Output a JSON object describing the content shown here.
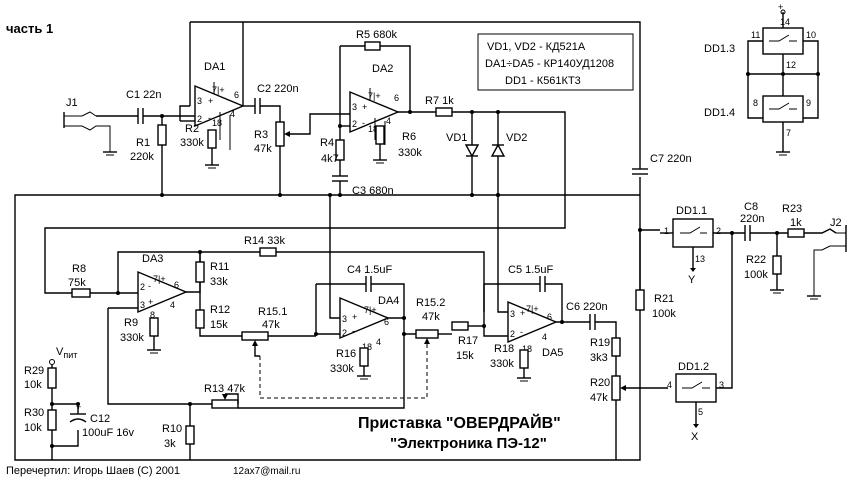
{
  "header": {
    "part": "часть 1"
  },
  "title": {
    "main": "Приставка \"ОВЕРДРАЙВ\"",
    "sub": "\"Электроника ПЭ-12\""
  },
  "footer": {
    "author": "Перечертил: Игорь Шаев (С) 2001",
    "email": "12ax7@mail.ru"
  },
  "legend": {
    "line1": "VD1, VD2 - КД521А",
    "line2": "DA1÷DA5 - КР140УД1208",
    "line3": "DD1 - К561КТ3"
  },
  "parts": {
    "J1": "J1",
    "J2": "J2",
    "C1": "C1 22n",
    "C2": "C2 220n",
    "C3": "C3 680n",
    "C4": "C4 1.5uF",
    "C5": "C5 1.5uF",
    "C6": "C6 220n",
    "C7": "C7 220n",
    "C8": "C8",
    "C8v": "220n",
    "C12": "C12",
    "C12v": "100uF 16v",
    "R1": "R1",
    "R1v": "220k",
    "R2": "R2",
    "R2v": "330k",
    "R3": "R3",
    "R3v": "47k",
    "R4": "R4",
    "R4v": "4k7",
    "R5": "R5 680k",
    "R6": "R6",
    "R6v": "330k",
    "R7": "R7 1k",
    "R8": "R8",
    "R8v": "75k",
    "R9": "R9",
    "R9v": "330k",
    "R10": "R10",
    "R10v": "3k",
    "R11": "R11",
    "R11v": "33k",
    "R12": "R12",
    "R12v": "15k",
    "R13": "R13 47k",
    "R14": "R14 33k",
    "R151": "R15.1",
    "R151v": "47k",
    "R152": "R15.2",
    "R152v": "47k",
    "R16": "R16",
    "R16v": "330k",
    "R17": "R17",
    "R17v": "15k",
    "R18": "R18",
    "R18v": "330k",
    "R19": "R19",
    "R19v": "3k3",
    "R20": "R20",
    "R20v": "47k",
    "R21": "R21",
    "R21v": "100k",
    "R22": "R22",
    "R22v": "100k",
    "R23": "R23",
    "R23v": "1k",
    "R29": "R29",
    "R29v": "10k",
    "R30": "R30",
    "R30v": "10k",
    "VD1": "VD1",
    "VD2": "VD2",
    "DA1": "DA1",
    "DA2": "DA2",
    "DA3": "DA3",
    "DA4": "DA4",
    "DA5": "DA5",
    "DD11": "DD1.1",
    "DD12": "DD1.2",
    "DD13": "DD1.3",
    "DD14": "DD1.4",
    "Vpit": "V",
    "Vpit_sub": "пит",
    "Y": "Y",
    "X": "X",
    "plus": "+"
  },
  "pins": {
    "p1": "1",
    "p2": "2",
    "p3": "3",
    "p4": "4",
    "p5": "5",
    "p6": "6",
    "p7": "7",
    "p8": "8",
    "p9": "9",
    "p10": "10",
    "p11": "11",
    "p12": "12",
    "p13": "13",
    "p14": "14",
    "p18": "18",
    "plus": "+",
    "minus": "-",
    "p7plus": "7|+"
  }
}
